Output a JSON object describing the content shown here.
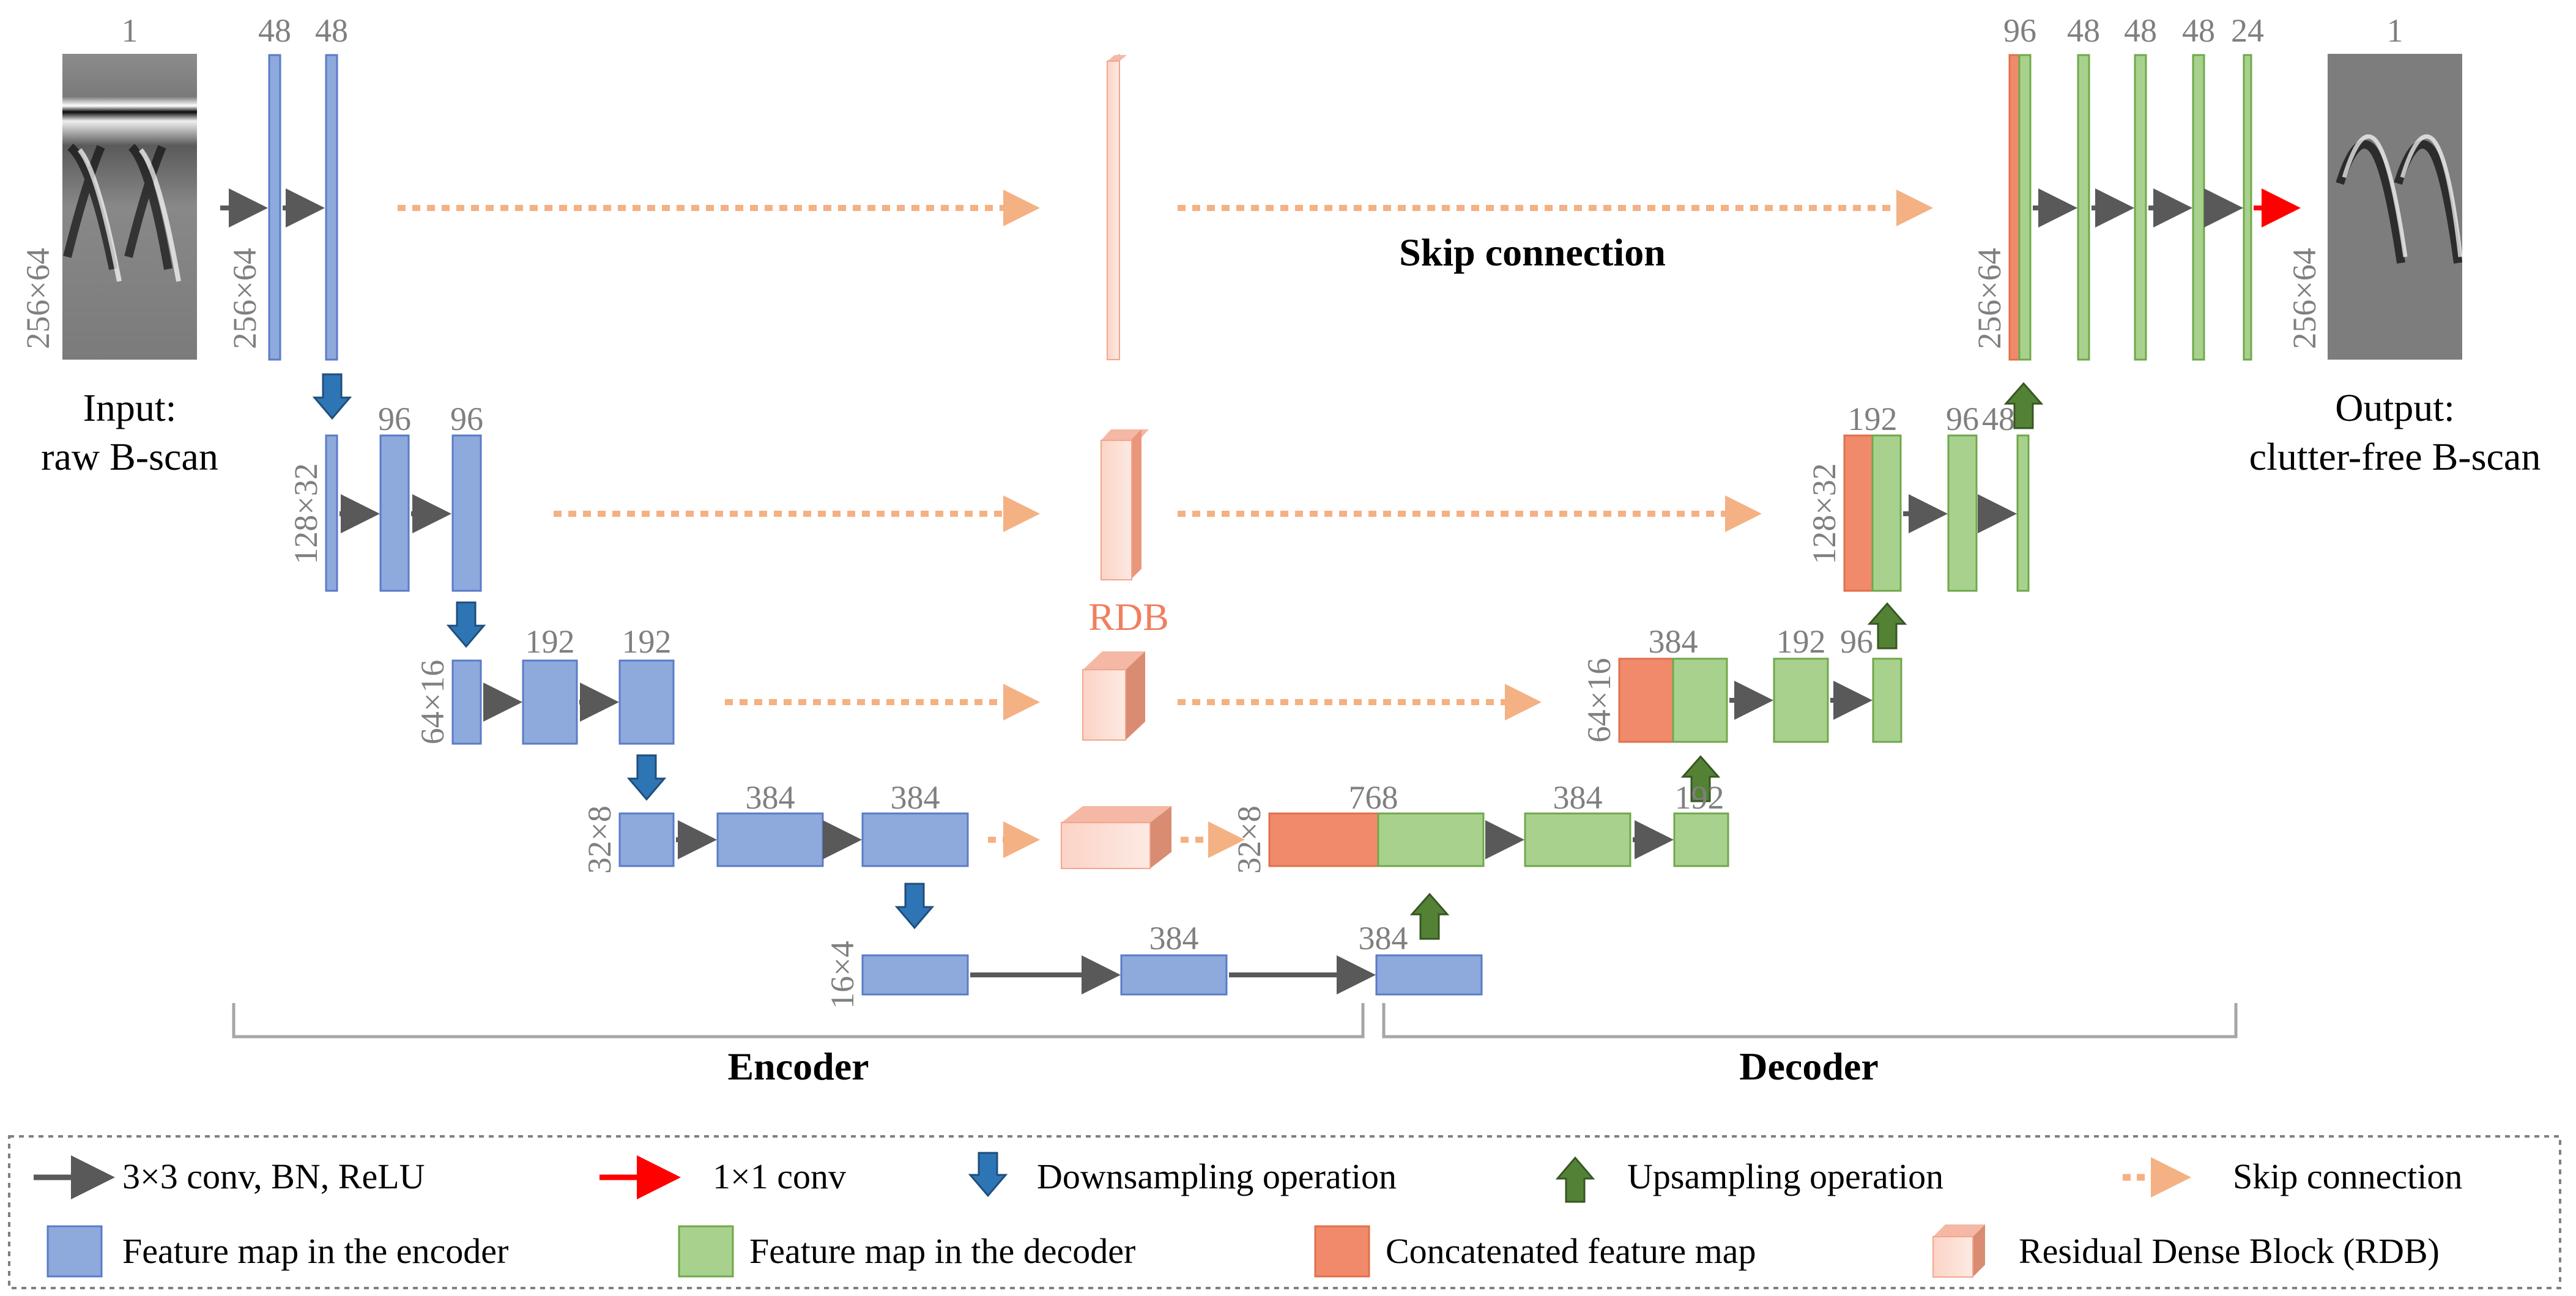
{
  "input": {
    "caption_line1": "Input:",
    "caption_line2": "raw B-scan",
    "channels": "1",
    "size": "256×64"
  },
  "output": {
    "caption_line1": "Output:",
    "caption_line2": "clutter-free B-scan",
    "channels": "1",
    "size": "256×64"
  },
  "skip_label": "Skip connection",
  "rdb_label": "RDB",
  "encoder_label": "Encoder",
  "decoder_label": "Decoder",
  "size_labels": {
    "l1_enc": "256×64",
    "l1_dec": "256×64",
    "l2_enc": "128×32",
    "l2_dec": "128×32",
    "l3_enc": "64×16",
    "l3_dec": "64×16",
    "l4_enc": "32×8",
    "l4_dec": "32×8",
    "l5": "16×4"
  },
  "channel_labels": {
    "e1a": "48",
    "e1b": "48",
    "e2a": "96",
    "e2b": "96",
    "e3a": "192",
    "e3b": "192",
    "e4a": "384",
    "e4b": "384",
    "b1": "384",
    "b2": "384",
    "d4a": "768",
    "d4b": "384",
    "d4c": "192",
    "d3a": "384",
    "d3b": "192",
    "d3c": "96",
    "d2a": "192",
    "d2b": "96",
    "d2c": "48",
    "d1a": "96",
    "d1b": "48",
    "d1c": "48",
    "d1d": "48",
    "d1e": "24"
  },
  "legend": {
    "row1": [
      {
        "symbol": "conv-arrow",
        "label": "3×3 conv, BN, ReLU"
      },
      {
        "symbol": "red-arrow",
        "label": "1×1 conv"
      },
      {
        "symbol": "down-arrow",
        "label": "Downsampling operation"
      },
      {
        "symbol": "up-arrow",
        "label": "Upsampling operation"
      },
      {
        "symbol": "skip-arrow",
        "label": "Skip connection"
      }
    ],
    "row2": [
      {
        "symbol": "encoder-box",
        "label": "Feature map in the encoder"
      },
      {
        "symbol": "decoder-box",
        "label": "Feature map in the decoder"
      },
      {
        "symbol": "concat-box",
        "label": "Concatenated feature map"
      },
      {
        "symbol": "rdb-box",
        "label": "Residual Dense Block (RDB)"
      }
    ]
  },
  "colors": {
    "encoder": "#8EA9DB",
    "encoder_edge": "#5B7BC8",
    "decoder": "#A9D18E",
    "decoder_edge": "#6FA84A",
    "concat": "#F08A6A",
    "rdb": "#F8C8B8",
    "down": "#2E75B6",
    "up": "#548235",
    "conv_arrow": "#595959",
    "skip": "#F4B183",
    "red": "#FF0000",
    "text_gray": "#7F7F7F"
  }
}
